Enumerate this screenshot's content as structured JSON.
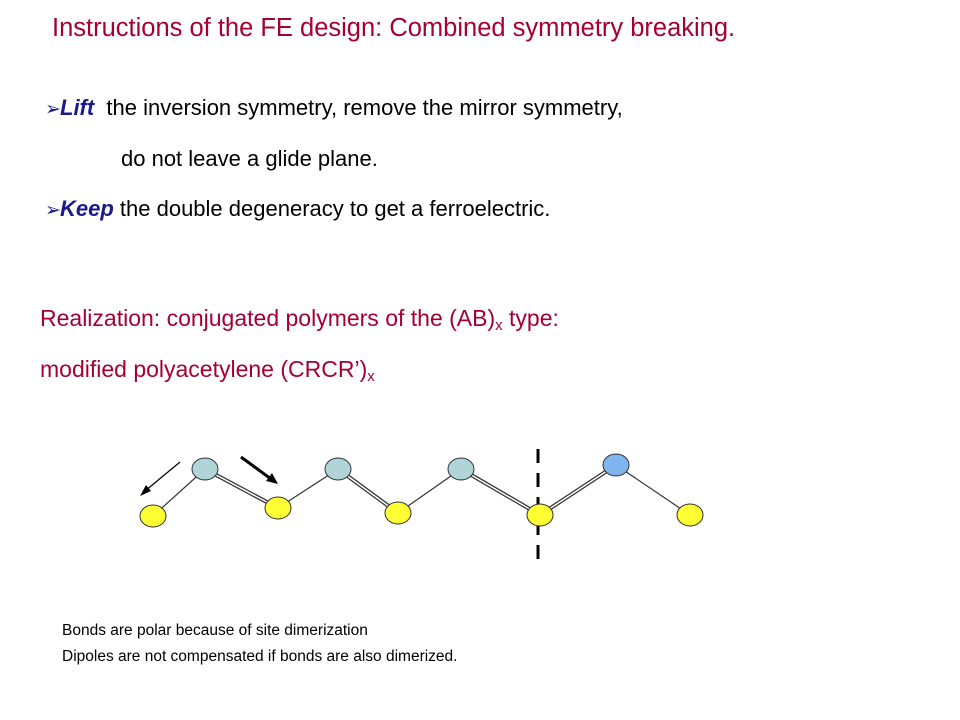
{
  "slide": {
    "title": "Instructions of the FE design: Combined symmetry breaking.",
    "bullets": [
      {
        "marker": "➢",
        "emphasis": "Lift",
        "text": "  the inversion symmetry, remove the mirror symmetry,",
        "continuation": "do  not leave a glide plane."
      },
      {
        "marker": "➢",
        "emphasis": "Keep",
        "text": " the double degeneracy to get a ferroelectric."
      }
    ],
    "realization": {
      "line1_text": "Realization: conjugated polymers of the (AB)",
      "line1_sub": "x",
      "line1_end": " type:",
      "line2_text": "modified polyacetylene (CRCR’)",
      "line2_sub": "x"
    },
    "captions": [
      "Bonds are polar because of site dimerization",
      "Dipoles are not compensated if bonds are also dimerized."
    ]
  },
  "colors": {
    "title": "#a50034",
    "emphasis": "#1a1a8c",
    "atom_upper": "#b0d4d8",
    "atom_upper_last": "#7fb6f0",
    "atom_lower": "#ffff33",
    "bond": "#333333"
  }
}
